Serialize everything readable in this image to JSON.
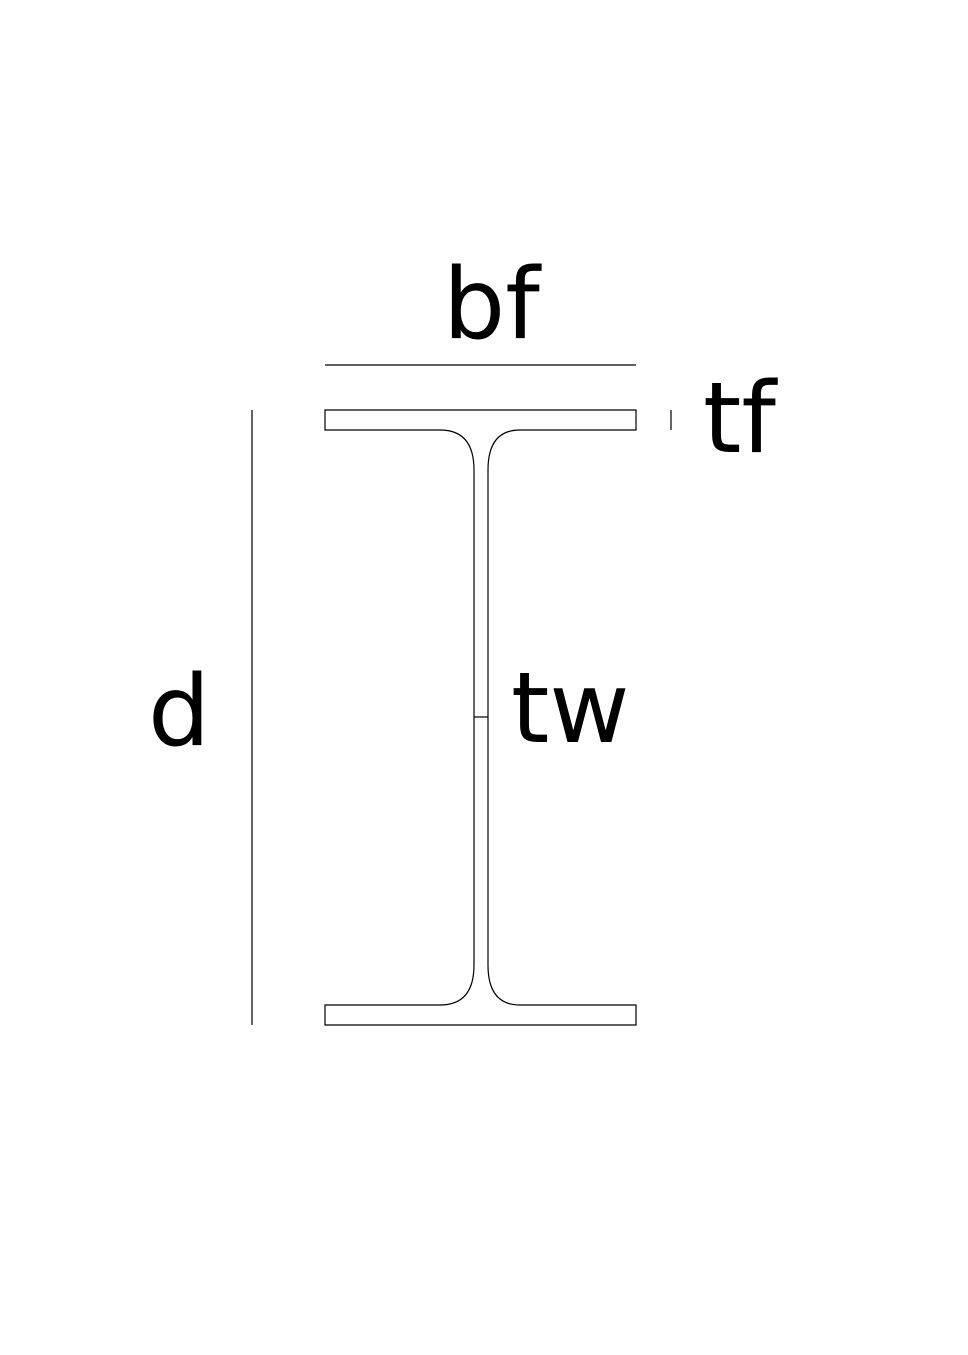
{
  "labels": {
    "flange_width": "bf",
    "flange_thickness": "tf",
    "depth": "d",
    "web_thickness": "tw"
  },
  "colors": {
    "background": "#ffffff",
    "stroke": "#000000"
  }
}
